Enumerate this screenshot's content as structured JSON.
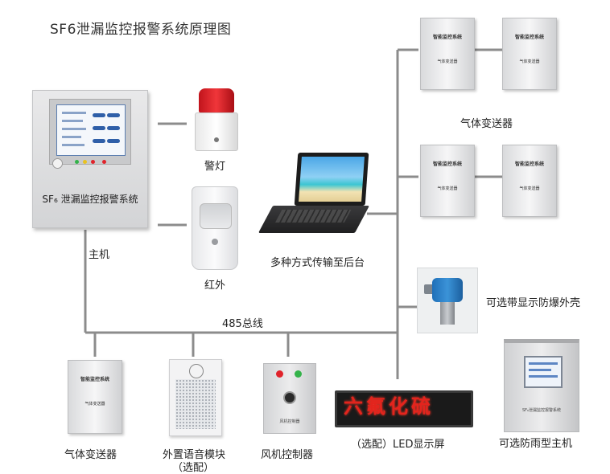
{
  "title": "SF6泄漏监控报警系统原理图",
  "main_unit": {
    "panel_label": "SF₆ 泄漏监控报警系统",
    "label": "主机"
  },
  "alarm_light": {
    "label": "警灯"
  },
  "infrared": {
    "label": "红外"
  },
  "laptop": {
    "label": "多种方式传输至后台"
  },
  "gas_transmitters_top": {
    "label": "气体变送器",
    "box_title": "智能监控系统",
    "box_subtitle": "气体变送器"
  },
  "bus": {
    "label": "485总线"
  },
  "explosion_proof": {
    "label": "可选带显示防爆外壳"
  },
  "gas_transmitter_bottom": {
    "label": "气体变送器",
    "box_title": "智能监控系统",
    "box_subtitle": "气体变送器"
  },
  "voice_module": {
    "label_line1": "外置语音模块",
    "label_line2": "（选配）"
  },
  "fan_controller": {
    "label": "风机控制器",
    "panel_label": "风机控制器"
  },
  "led_display": {
    "label": "（选配）LED显示屏",
    "sign_text": "六氟化硫"
  },
  "rainproof_host": {
    "label": "可选防雨型主机",
    "panel_label": "SF₆泄漏监控报警系统"
  },
  "colors": {
    "wire": "#8c8c8c",
    "alarm_red": "#e0232b",
    "led_red": "#e3241d",
    "screen_blue": "#2f5fa8"
  }
}
